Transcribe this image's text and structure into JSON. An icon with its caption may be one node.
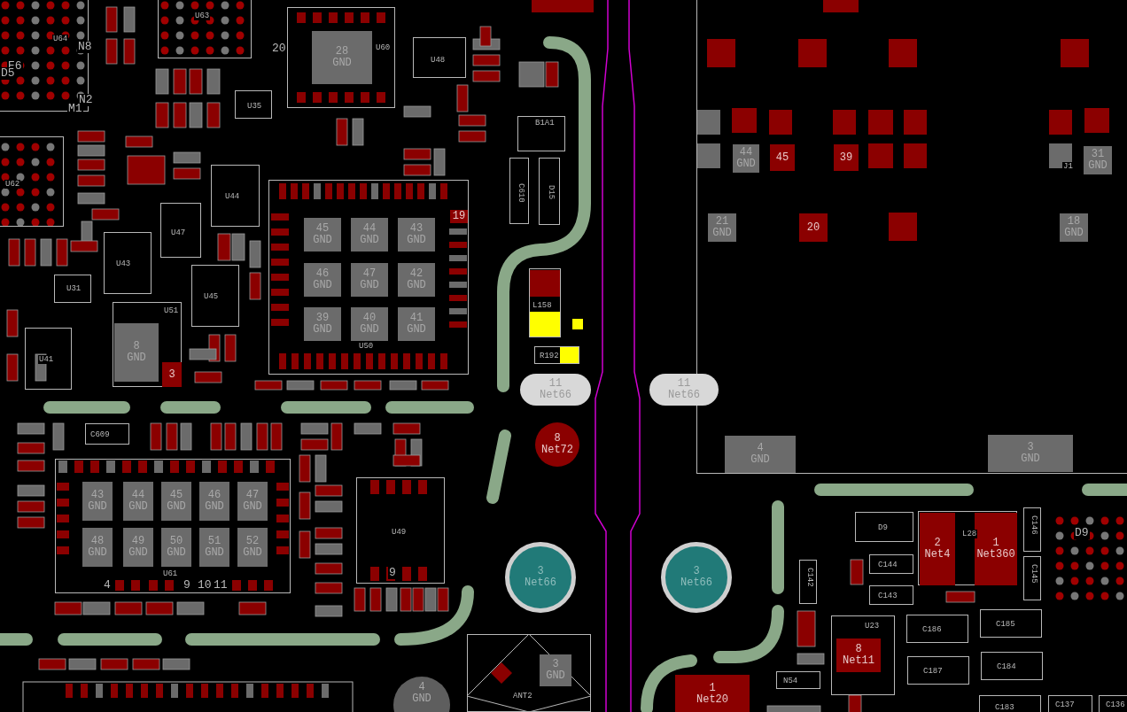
{
  "diagram": {
    "nodes": [
      {
        "text": [
          "U64"
        ]
      },
      {
        "text": [
          "U63"
        ]
      },
      {
        "text": [
          "U60"
        ]
      },
      {
        "text": [
          "28 GND"
        ],
        "in": 2
      },
      {
        "text": [
          "U48"
        ]
      },
      {
        "text": [
          "U35"
        ]
      },
      {
        "text": [
          "J1"
        ]
      },
      {
        "text": [
          "44 GND"
        ],
        "in": 6
      },
      {
        "text": [
          "45"
        ],
        "in": 6
      },
      {
        "text": [
          "39"
        ],
        "in": 6
      },
      {
        "text": [
          "31 GND"
        ],
        "in": 6
      },
      {
        "text": [
          "B1A1"
        ]
      },
      {
        "text": [
          "U62"
        ]
      },
      {
        "text": [
          "C610"
        ]
      },
      {
        "text": [
          "D15"
        ]
      },
      {
        "text": [
          "U44"
        ]
      },
      {
        "text": [
          "U47"
        ]
      },
      {
        "text": [
          "U50"
        ]
      },
      {
        "text": [
          "19"
        ],
        "in": 17
      },
      {
        "text": [
          "45 GND"
        ],
        "in": 17
      },
      {
        "text": [
          "44 GND"
        ],
        "in": 17
      },
      {
        "text": [
          "43 GND"
        ],
        "in": 17
      },
      {
        "text": [
          "46 GND"
        ],
        "in": 17
      },
      {
        "text": [
          "47 GND"
        ],
        "in": 17
      },
      {
        "text": [
          "42 GND"
        ],
        "in": 17
      },
      {
        "text": [
          "39 GND"
        ],
        "in": 17
      },
      {
        "text": [
          "40 GND"
        ],
        "in": 17
      },
      {
        "text": [
          "41 GND"
        ],
        "in": 17
      },
      {
        "text": [
          "21 GND"
        ],
        "in": 6
      },
      {
        "text": [
          "20"
        ],
        "in": 6
      },
      {
        "text": [
          "18 GND"
        ],
        "in": 6
      },
      {
        "text": [
          "U43"
        ]
      },
      {
        "text": [
          "U31"
        ]
      },
      {
        "text": [
          "U45"
        ]
      },
      {
        "text": [
          "L158"
        ]
      },
      {
        "text": [
          "U51"
        ]
      },
      {
        "text": [
          "8 GND"
        ],
        "in": 35
      },
      {
        "text": [
          "3"
        ],
        "in": 35
      },
      {
        "text": [
          "U41"
        ]
      },
      {
        "text": [
          "R192"
        ]
      },
      {
        "text": [
          "11 Net66"
        ]
      },
      {
        "text": [
          "11 Net66"
        ]
      },
      {
        "text": [
          "8 Net72"
        ]
      },
      {
        "text": [
          "4 GND"
        ],
        "in": 6
      },
      {
        "text": [
          "3 GND"
        ],
        "in": 6
      },
      {
        "text": [
          "C609"
        ]
      },
      {
        "text": [
          "U61"
        ]
      },
      {
        "text": [
          "43 GND"
        ],
        "in": 46
      },
      {
        "text": [
          "44 GND"
        ],
        "in": 46
      },
      {
        "text": [
          "45 GND"
        ],
        "in": 46
      },
      {
        "text": [
          "46 GND"
        ],
        "in": 46
      },
      {
        "text": [
          "47 GND"
        ],
        "in": 46
      },
      {
        "text": [
          "48 GND"
        ],
        "in": 46
      },
      {
        "text": [
          "49 GND"
        ],
        "in": 46
      },
      {
        "text": [
          "50 GND"
        ],
        "in": 46
      },
      {
        "text": [
          "51 GND"
        ],
        "in": 46
      },
      {
        "text": [
          "52 GND"
        ],
        "in": 46
      },
      {
        "text": [
          "U49"
        ]
      },
      {
        "text": [
          "D9"
        ]
      },
      {
        "text": [
          "L28"
        ]
      },
      {
        "text": [
          "2 Net4"
        ],
        "in": 59
      },
      {
        "text": [
          "1 Net360"
        ],
        "in": 59
      },
      {
        "text": [
          "C146"
        ]
      },
      {
        "text": [
          "3 Net66"
        ]
      },
      {
        "text": [
          "3 Net66"
        ]
      },
      {
        "text": [
          "C142"
        ]
      },
      {
        "text": [
          "C144"
        ]
      },
      {
        "text": [
          "C145"
        ]
      },
      {
        "text": [
          "C143"
        ]
      },
      {
        "text": [
          "C186"
        ]
      },
      {
        "text": [
          "C185"
        ]
      },
      {
        "text": [
          "U23"
        ]
      },
      {
        "text": [
          "8 Net11"
        ],
        "in": 71
      },
      {
        "text": [
          "C187"
        ]
      },
      {
        "text": [
          "C184"
        ]
      },
      {
        "text": [
          "ANT2"
        ]
      },
      {
        "text": [
          "3 GND"
        ],
        "in": 75
      },
      {
        "text": [
          "N54"
        ]
      },
      {
        "text": [
          "1 Net20"
        ]
      },
      {
        "text": [
          "4 GND"
        ]
      },
      {
        "text": [
          "C183"
        ]
      },
      {
        "text": [
          "C137"
        ]
      },
      {
        "text": [
          "C136"
        ]
      }
    ],
    "labels": [
      "N8",
      "E6",
      "D5",
      "N2",
      "M1",
      "20",
      "4",
      "9",
      "10",
      "11",
      "9",
      "D9"
    ]
  }
}
